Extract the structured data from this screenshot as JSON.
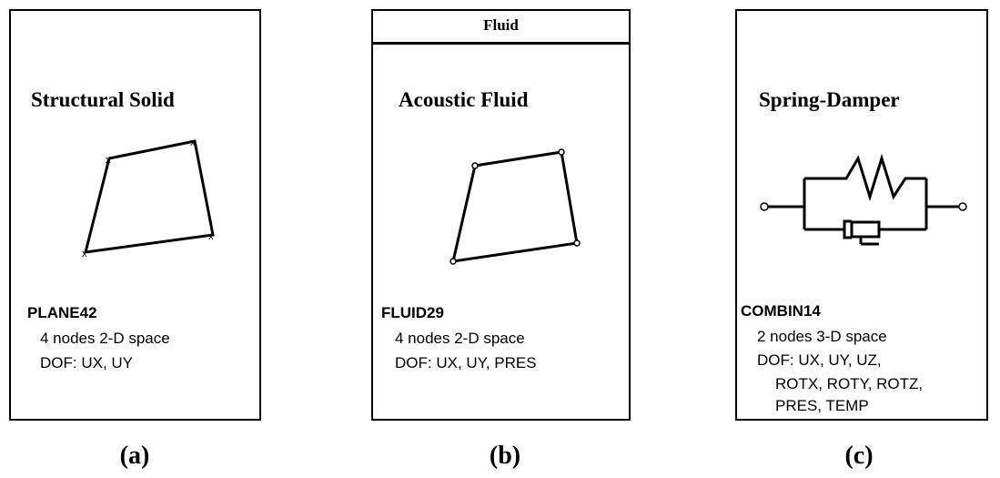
{
  "panels": [
    {
      "title": "Structural Solid",
      "element": "PLANE42",
      "lines": [
        "4 nodes  2-D space",
        "DOF:  UX,  UY"
      ],
      "caption": "(a)",
      "icon": "quadrilateral-element-icon"
    },
    {
      "banner": "Fluid",
      "title": "Acoustic Fluid",
      "element": "FLUID29",
      "lines": [
        "4 nodes  2-D space",
        "DOF:  UX,  UY,  PRES"
      ],
      "caption": "(b)",
      "icon": "quadrilateral-element-icon"
    },
    {
      "title": "Spring-Damper",
      "element": "COMBIN14",
      "lines": [
        "2 nodes  3-D space",
        "DOF:  UX,  UY,  UZ,",
        "ROTX,  ROTY,  ROTZ,",
        "PRES,    TEMP"
      ],
      "caption": "(c)",
      "icon": "spring-damper-icon"
    }
  ]
}
